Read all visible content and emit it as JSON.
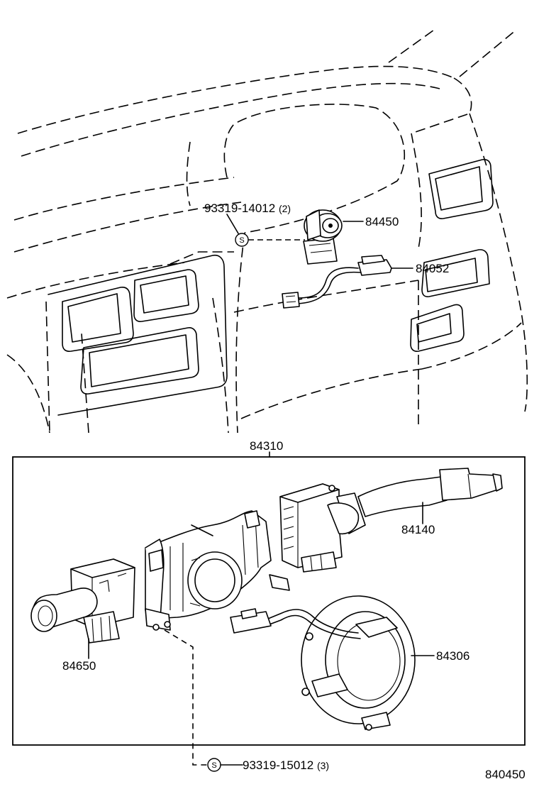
{
  "parts": {
    "bolt_upper": {
      "number": "93319-14012",
      "qty": "(2)",
      "symbol": "S"
    },
    "ignition_switch": {
      "number": "84450"
    },
    "ignition_harness": {
      "number": "84052"
    },
    "combination_switch_assy": {
      "number": "84310"
    },
    "wiper_switch": {
      "number": "84140"
    },
    "headlamp_switch": {
      "number": "84650"
    },
    "spiral_cable": {
      "number": "84306"
    },
    "bolt_lower": {
      "number": "93319-15012",
      "qty": "(3)",
      "symbol": "S"
    }
  },
  "figure_id": "840450"
}
